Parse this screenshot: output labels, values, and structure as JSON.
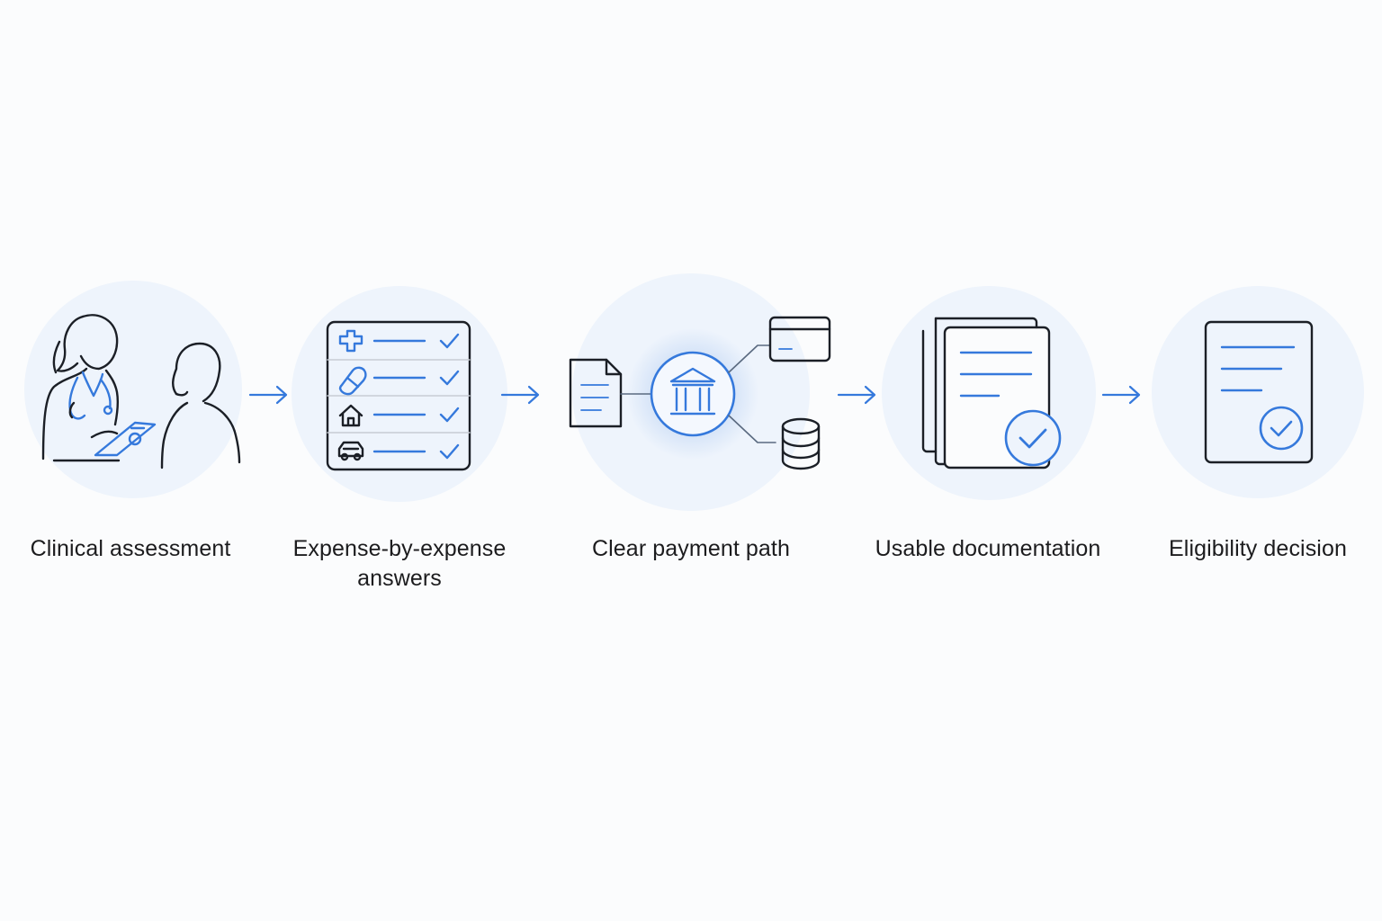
{
  "flow": {
    "steps": [
      {
        "label": "Clinical assessment",
        "icon": "clinician-patient-icon"
      },
      {
        "label": "Expense-by-expense answers",
        "label_line1": "Expense-by-expense",
        "label_line2": "answers",
        "icon": "expense-checklist-icon"
      },
      {
        "label": "Clear payment path",
        "icon": "bank-payment-icon"
      },
      {
        "label": "Usable documentation",
        "icon": "verified-documents-icon"
      },
      {
        "label": "Eligibility decision",
        "icon": "approved-document-icon"
      }
    ],
    "colors": {
      "accent": "#3579dc",
      "ink": "#1b1f26",
      "circle": "#eef4fc",
      "background": "#fbfcfd"
    }
  }
}
